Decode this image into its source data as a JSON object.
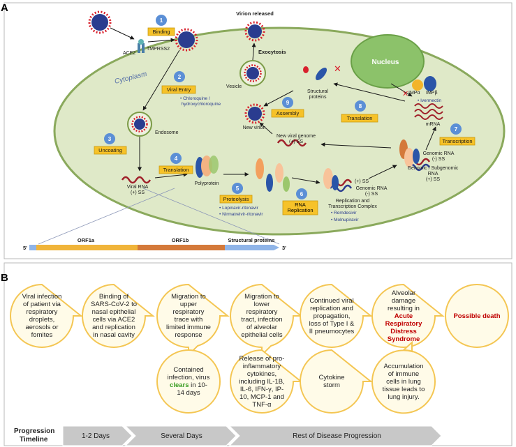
{
  "panels": {
    "a": "A",
    "b": "B"
  },
  "panel_a": {
    "virion_released": "Virion released",
    "exocytosis": "Exocytosis",
    "vesicle": "Vesicle",
    "structural_proteins": "Structural\nproteins",
    "nucleus": "Nucleus",
    "cytoplasm": "Cytoplasm",
    "ace2": "ACE2",
    "tmprss2": "TMPRSS2",
    "endosome": "Endosome",
    "new_virion": "New virion",
    "new_viral_genome": "New viral genome\n(+) SS",
    "viral_rna": "Viral RNA\n(+) SS",
    "polyprotein": "Polyprotein",
    "mrna": "mRNA",
    "genomic_rna_neg": "Genomic RNA\n(-) SS",
    "genomic_subgenomic": "Genomic / Subgenomic\nRNA\n(+) SS",
    "pos_ss": "(+) SS",
    "genomic_rna_neg2": "Genomic RNA\n(-) SS",
    "rtc": "Replication and\nTranscription Complex",
    "impa": "IMPα",
    "impb": "IMPβ",
    "steps": [
      {
        "num": "1",
        "label": "Binding"
      },
      {
        "num": "2",
        "label": "Viral Entry"
      },
      {
        "num": "3",
        "label": "Uncoating"
      },
      {
        "num": "4",
        "label": "Translation"
      },
      {
        "num": "5",
        "label": "Proteolysis"
      },
      {
        "num": "6",
        "label": "RNA\nReplication"
      },
      {
        "num": "7",
        "label": "Transcription"
      },
      {
        "num": "8",
        "label": "Translation"
      },
      {
        "num": "9",
        "label": "Assembly"
      }
    ],
    "drugs": {
      "entry": "Chloroquine /\nhydroxychloroquine",
      "proteolysis_1": "Lopinavir-ritonavir",
      "proteolysis_2": "Nirmatrelvir-ritonavir",
      "replication_1": "Remdesivir",
      "replication_2": "Molnupiravir",
      "transport": "Ivermectin"
    },
    "genome_bar": {
      "five_prime": "5'",
      "three_prime": "3'",
      "orf1a": "ORF1a",
      "orf1b": "ORF1b",
      "structural": "Structural proteins"
    }
  },
  "panel_b": {
    "top_row": [
      {
        "lines": [
          "Viral infection",
          "of patient via",
          "respiratory",
          "droplets,",
          "aerosols or",
          "fomites"
        ]
      },
      {
        "lines": [
          "Binding of",
          "SARS-CoV-2 to",
          "nasal epithelial",
          "cells via ACE2",
          "and replication",
          "in nasal cavity"
        ]
      },
      {
        "lines": [
          "Migration to",
          "upper",
          "respiratory",
          "trace with",
          "limited immune",
          "response"
        ]
      },
      {
        "lines": [
          "Migration to",
          "lower",
          "respiratory",
          "tract, infection",
          "of alveolar",
          "epithelial cells"
        ]
      },
      {
        "lines": [
          "Continued viral",
          "replication and",
          "propagation,",
          "loss of Type I &",
          "II pneumocytes"
        ]
      },
      {
        "lines": [
          "Alveolar",
          "damage",
          "resulting in"
        ],
        "red_lines": [
          "Acute",
          "Respiratory",
          "Distress",
          "Syndrome"
        ]
      },
      {
        "red_lines": [
          "Possible death"
        ]
      }
    ],
    "bottom_row": [
      {
        "lines_before": [
          "Contained",
          "infection, virus"
        ],
        "green_word": "clears",
        "lines_after_inline": " in 10-",
        "lines_after": [
          "14 days"
        ]
      },
      {
        "lines": [
          "Release of pro-",
          "inflammatory",
          "cytokines,",
          "including IL-1B,",
          "IL-6, IFN-γ, IP-",
          "10, MCP-1 and",
          "TNF-α"
        ]
      },
      {
        "lines": [
          "Cytokine",
          "storm"
        ]
      },
      {
        "lines": [
          "Accumulation",
          "of immune",
          "cells in lung",
          "tissue leads to",
          "lung injury."
        ]
      }
    ],
    "timeline": {
      "label_1": "Progression",
      "label_2": "Timeline",
      "segments": [
        "1-2 Days",
        "Several Days",
        "Rest of Disease Progression"
      ]
    }
  },
  "colors": {
    "cell_fill": "#dfe9c8",
    "cell_stroke": "#8aa95c",
    "step_circle": "#5b8fd6",
    "step_box": "#f6c229",
    "virus_body": "#2a3c8f",
    "virus_spike": "#d8202c",
    "nucleus": "#8cc26a",
    "orf1a": "#f0b43a",
    "orf1b": "#d4793a",
    "structural": "#8fb4e8",
    "timeline": "#c8c8c8",
    "circle_fill": "#fffbe8",
    "circle_stroke": "#f4c653",
    "accent_red": "#c00000",
    "accent_green": "#3a9d23"
  }
}
